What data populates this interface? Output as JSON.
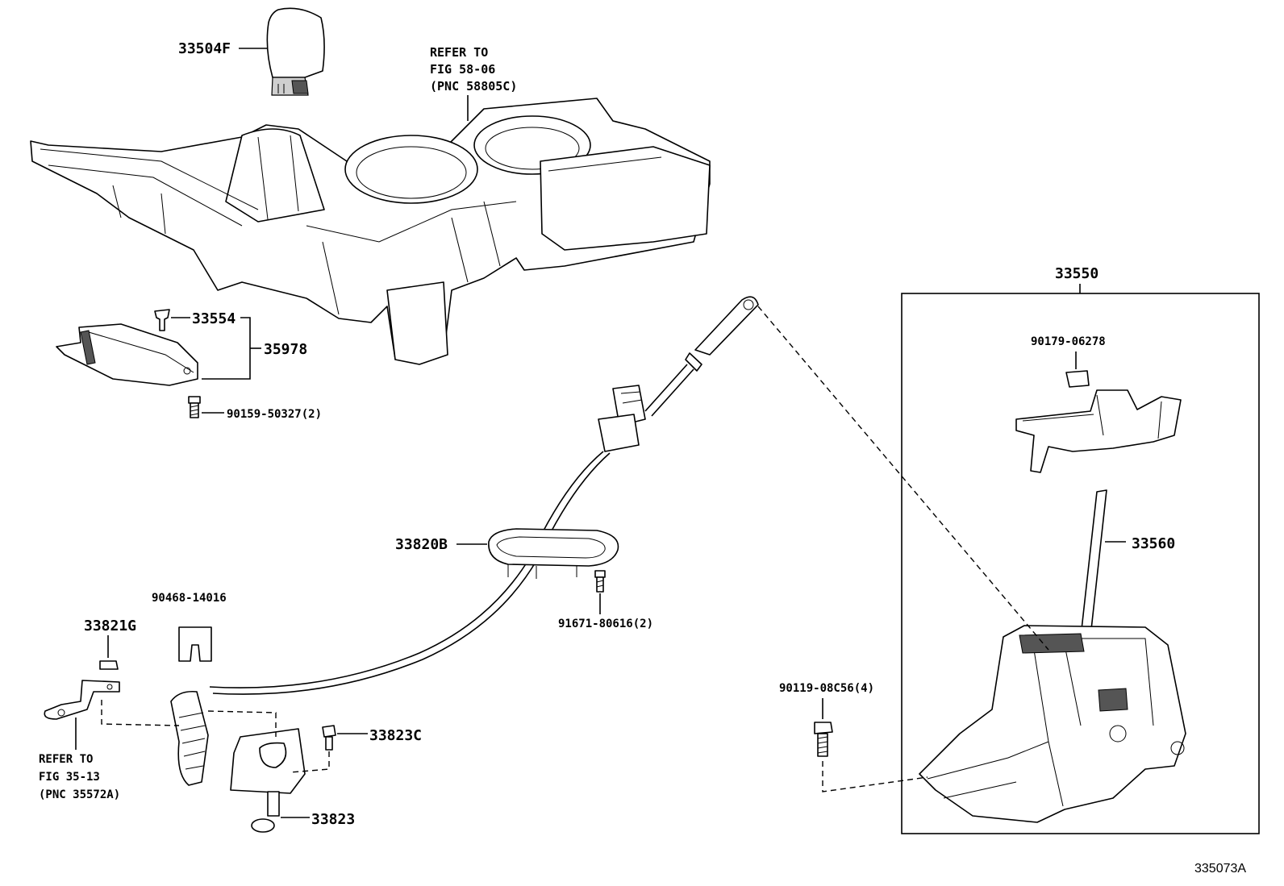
{
  "callouts": {
    "knob": "33504F",
    "console_ref_line1": "REFER TO",
    "console_ref_line2": "FIG 58-06",
    "console_ref_line3": "(PNC 58805C)",
    "clip_33554": "33554",
    "module_35978": "35978",
    "screw_90159": "90159-50327(2)",
    "assy_33550": "33550",
    "clip_90179": "90179-06278",
    "lever_33560": "33560",
    "cable_33820b": "33820B",
    "bolt_91671": "91671-80616(2)",
    "clip_90468": "90468-14016",
    "nut_33821g": "33821G",
    "bracket_ref_line1": "REFER TO",
    "bracket_ref_line2": "FIG 35-13",
    "bracket_ref_line3": "(PNC 35572A)",
    "bolt_33823c": "33823C",
    "bracket_33823": "33823",
    "bolt_90119": "90119-08C56(4)"
  },
  "figure_code": "335073A"
}
